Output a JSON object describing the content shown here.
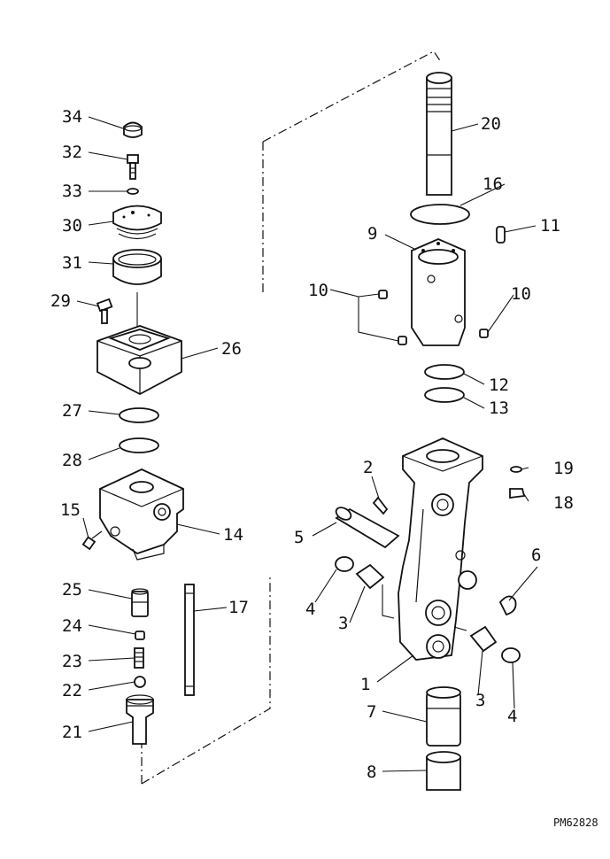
{
  "figure_code": "PM62828",
  "callouts": {
    "p1": "1",
    "p2": "2",
    "p3a": "3",
    "p3b": "3",
    "p4a": "4",
    "p4b": "4",
    "p5": "5",
    "p6": "6",
    "p7": "7",
    "p8": "8",
    "p9": "9",
    "p10a": "10",
    "p10b": "10",
    "p11": "11",
    "p12": "12",
    "p13": "13",
    "p14": "14",
    "p15": "15",
    "p16": "16",
    "p17": "17",
    "p18": "18",
    "p19": "19",
    "p20": "20",
    "p21": "21",
    "p22": "22",
    "p23": "23",
    "p24": "24",
    "p25": "25",
    "p26": "26",
    "p27": "27",
    "p28": "28",
    "p29": "29",
    "p30": "30",
    "p31": "31",
    "p32": "32",
    "p33": "33",
    "p34": "34"
  }
}
